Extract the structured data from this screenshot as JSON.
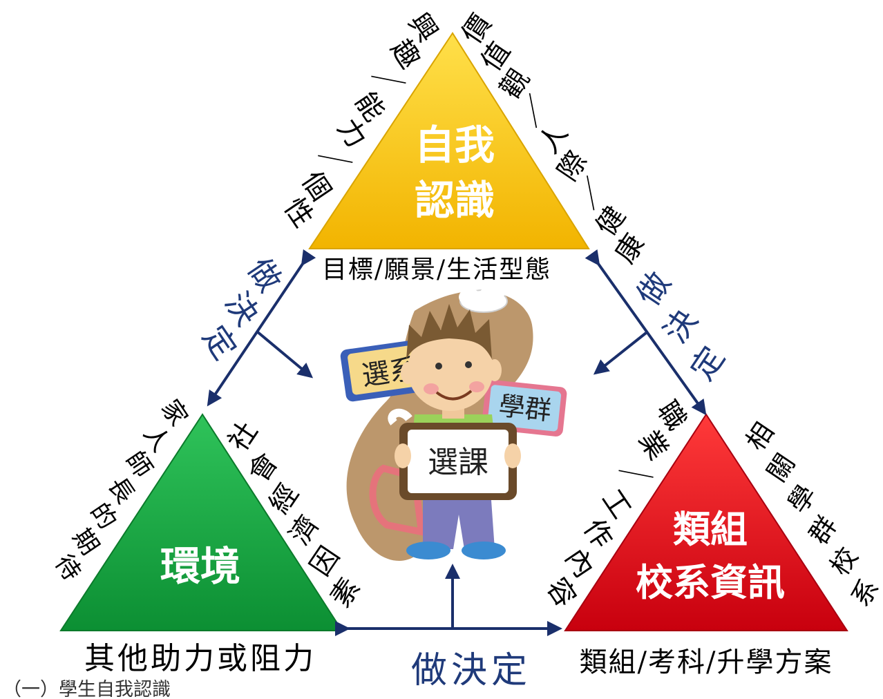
{
  "caption": "（一）學生自我認識",
  "colors": {
    "self_triangle": "#f7c500",
    "env_triangle": "#12a53e",
    "dept_triangle": "#e0141b",
    "arrow": "#1a2f6b",
    "decide_text": "#1f3a7a"
  },
  "self": {
    "label": [
      "自我",
      "認識"
    ],
    "left_side": [
      "興",
      "趣",
      "／",
      "能",
      "力",
      "／",
      "個",
      "性"
    ],
    "right_side": [
      "價",
      "值",
      "觀",
      "／",
      "人",
      "際",
      "／",
      "健",
      "康"
    ],
    "bottom": "目標/願景/生活型態"
  },
  "environment": {
    "label": "環境",
    "left_side": [
      "家",
      "人",
      "師",
      "長",
      "的",
      "期",
      "待"
    ],
    "right_side": [
      "社",
      "會",
      "經",
      "濟",
      "因",
      "素"
    ],
    "bottom": "其他助力或阻力"
  },
  "department": {
    "label": [
      "類組",
      "校系資訊"
    ],
    "left_side": [
      "職",
      "業",
      "／",
      "工",
      "作",
      "內",
      "容"
    ],
    "right_side": [
      "相",
      "關",
      "學",
      "群",
      "校",
      "系"
    ],
    "bottom": "類組/考科/升學方案"
  },
  "decide": {
    "left": [
      "做",
      "決",
      "定"
    ],
    "right": [
      "做",
      "決",
      "定"
    ],
    "bottom": "做決定"
  },
  "center": {
    "sign_left": "選系",
    "sign_right": "學群",
    "board": "選課"
  },
  "icons": {
    "student": "student-holding-sign-icon",
    "thought_cloud": "thought-cloud-icon"
  }
}
